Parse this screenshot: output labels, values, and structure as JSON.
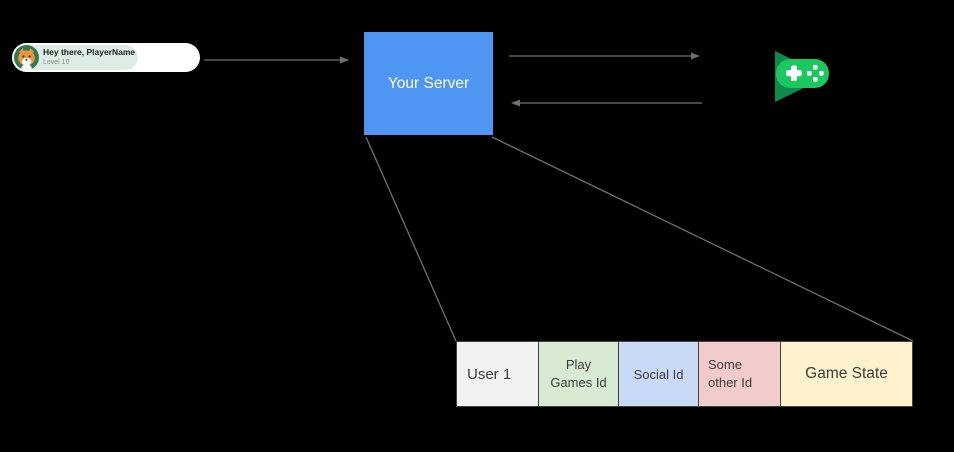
{
  "canvas": {
    "background": "#000000",
    "connector_color": "#707070"
  },
  "player_card": {
    "greeting": "Hey there, PlayerName",
    "level": "Level 10",
    "card_bg": "#ffffff",
    "inner_bg": "#deede4",
    "avatar_bg": "#2f7b4c",
    "avatar_fox": "#ef9345",
    "greeting_color": "#202124",
    "level_color": "#8a9590"
  },
  "server_box": {
    "label": "Your Server",
    "bg": "#4e96f2",
    "text_color": "#ffffff"
  },
  "play_games_logo": {
    "name": "Google Play Games",
    "triangle_color": "#0d8a4c",
    "gamepad_color": "#1bc75f",
    "detail_color": "#ffffff"
  },
  "table": {
    "border_color": "#434343",
    "text_color": "#3c3c3c",
    "cells": [
      {
        "label": "User 1",
        "bg": "#f1f1f1"
      },
      {
        "label": "Play\nGames Id",
        "bg": "#d9ead3"
      },
      {
        "label": "Social Id",
        "bg": "#c9daf8"
      },
      {
        "label": "Some\nother Id",
        "bg": "#f2cccd"
      },
      {
        "label": "Game State",
        "bg": "#fff2cc"
      }
    ]
  }
}
